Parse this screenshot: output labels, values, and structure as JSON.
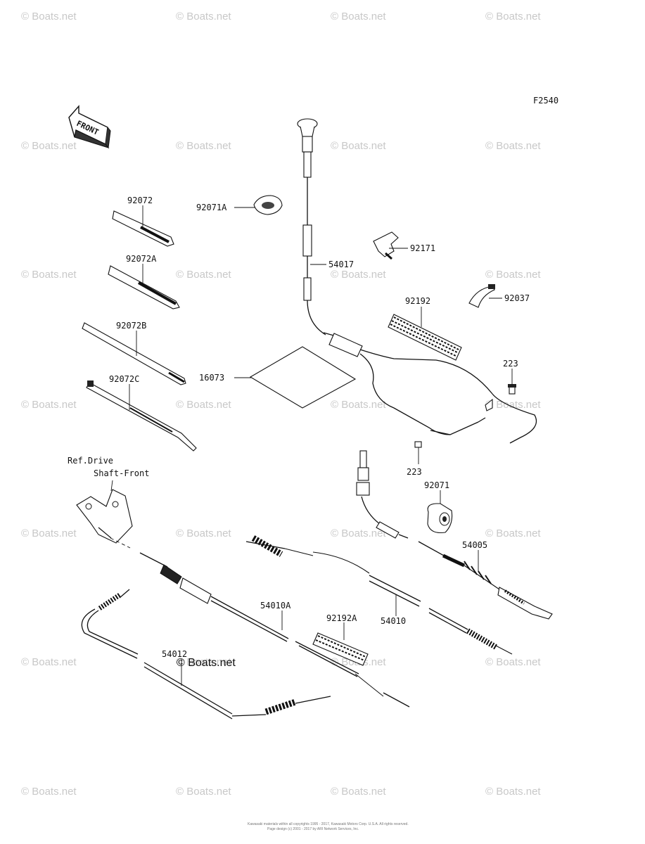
{
  "figure_code": "F2540",
  "front_arrow_text": "FRONT",
  "reference_note": [
    "Ref.Drive",
    "Shaft-Front"
  ],
  "part_labels": {
    "p92072": "92072",
    "p92072A": "92072A",
    "p92072B": "92072B",
    "p92072C": "92072C",
    "p92071A": "92071A",
    "p16073": "16073",
    "p54017": "54017",
    "p92171": "92171",
    "p92192": "92192",
    "p92037": "92037",
    "p223a": "223",
    "p223b": "223",
    "p92071": "92071",
    "p54005": "54005",
    "p54010A": "54010A",
    "p54010": "54010",
    "p92192A": "92192A",
    "p54012": "54012"
  },
  "watermark": "© Boats.net",
  "inline_watermark": "© Boats.net",
  "copyright_lines": [
    "Kawasaki materials within all copyrights 1995 - 2017, Kawasaki Motors Corp. U.S.A.  All rights reserved.",
    "Page design (c) 2001 - 2017 by ARI Network Services, Inc."
  ]
}
